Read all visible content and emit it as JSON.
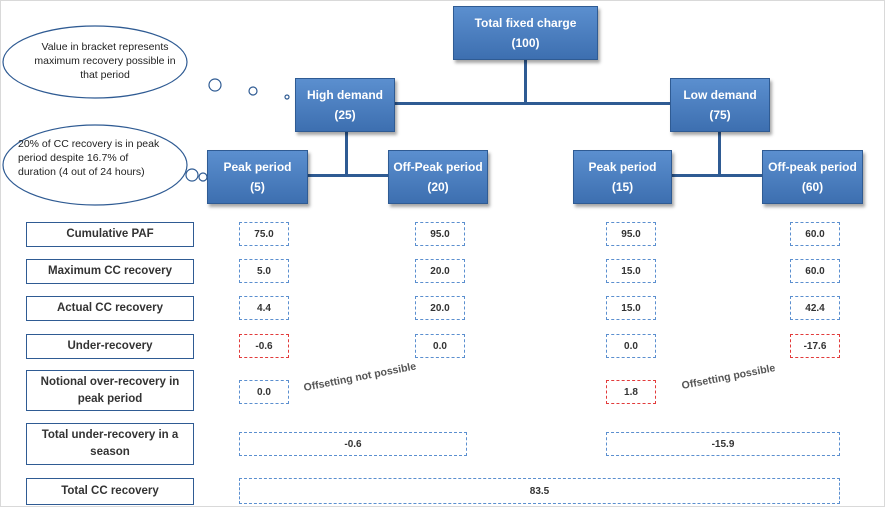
{
  "root": {
    "title": "Total fixed charge",
    "value": "(100)"
  },
  "demand": [
    {
      "title": "High demand",
      "value": "(25)"
    },
    {
      "title": "Low demand",
      "value": "(75)"
    }
  ],
  "periods": [
    {
      "title": "Peak period",
      "value": "(5)"
    },
    {
      "title": "Off-Peak period",
      "value": "(20)"
    },
    {
      "title": "Peak period",
      "value": "(15)"
    },
    {
      "title": "Off-peak period",
      "value": "(60)"
    }
  ],
  "callouts": [
    {
      "text": "Value in bracket represents maximum recovery possible in that period"
    },
    {
      "text": "20% of CC recovery is in peak period despite 16.7% of duration (4 out of 24 hours)"
    }
  ],
  "rows": [
    {
      "label": "Cumulative PAF",
      "values": [
        "75.0",
        "95.0",
        "95.0",
        "60.0"
      ]
    },
    {
      "label": "Maximum CC recovery",
      "values": [
        "5.0",
        "20.0",
        "15.0",
        "60.0"
      ]
    },
    {
      "label": "Actual CC recovery",
      "values": [
        "4.4",
        "20.0",
        "15.0",
        "42.4"
      ]
    },
    {
      "label": "Under-recovery",
      "values": [
        "-0.6",
        "0.0",
        "0.0",
        "-17.6"
      ]
    },
    {
      "label": "Notional over-recovery in peak period",
      "values": [
        "0.0",
        "1.8"
      ]
    },
    {
      "label": "Total under-recovery in a season",
      "values": [
        "-0.6",
        "-15.9"
      ]
    },
    {
      "label": "Total  CC recovery",
      "values": [
        "83.5"
      ]
    }
  ],
  "notes": {
    "left": "Offsetting not possible",
    "right": "Offsetting possible"
  },
  "colors": {
    "node": "#4a7fc1",
    "dashed": "#5b8fcf",
    "highlight": "#e23b3b"
  }
}
